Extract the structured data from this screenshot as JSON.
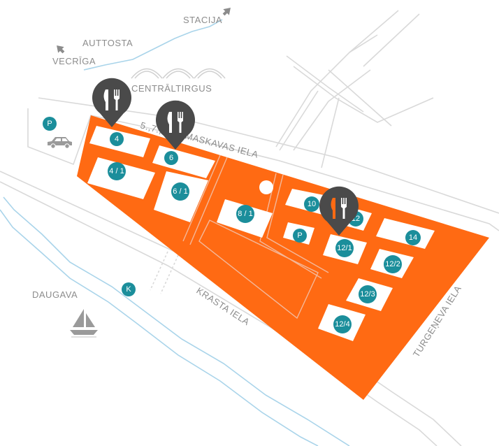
{
  "colors": {
    "area": "#ff6a13",
    "badge": "#1b8e9b",
    "pin": "#4a4a4a",
    "road": "#d9d9d9",
    "water": "#a9d4ea",
    "label": "#8c8c8c"
  },
  "labels": {
    "stacija": "STACIJA",
    "auttosta": "AUTTOSTA",
    "vecriga": "VECRĪGA",
    "centraltirgus": "CENTRĀLTIRGUS",
    "maskavas": "MASKAVAS IELA",
    "address_range": "5.,7.,9.",
    "daugava": "DAUGAVA",
    "krasta": "KRASTA IELA",
    "turgeneva": "TURGEŅEVA IELA"
  },
  "badges": {
    "p_top": "P",
    "b4": "4",
    "b6": "6",
    "b4_1": "4 / 1",
    "b6_1": "6 / 1",
    "b8_1": "8 / 1",
    "b10": "10",
    "b12": "12",
    "p_inner": "P",
    "b12_1": "12/1",
    "b14": "14",
    "b12_2": "12/2",
    "b12_3": "12/3",
    "b12_4": "12/4",
    "k": "K"
  },
  "icons": {
    "restaurant": "restaurant-pin-icon",
    "car": "car-icon",
    "boat": "sailboat-icon",
    "arrow": "direction-arrow-icon"
  }
}
